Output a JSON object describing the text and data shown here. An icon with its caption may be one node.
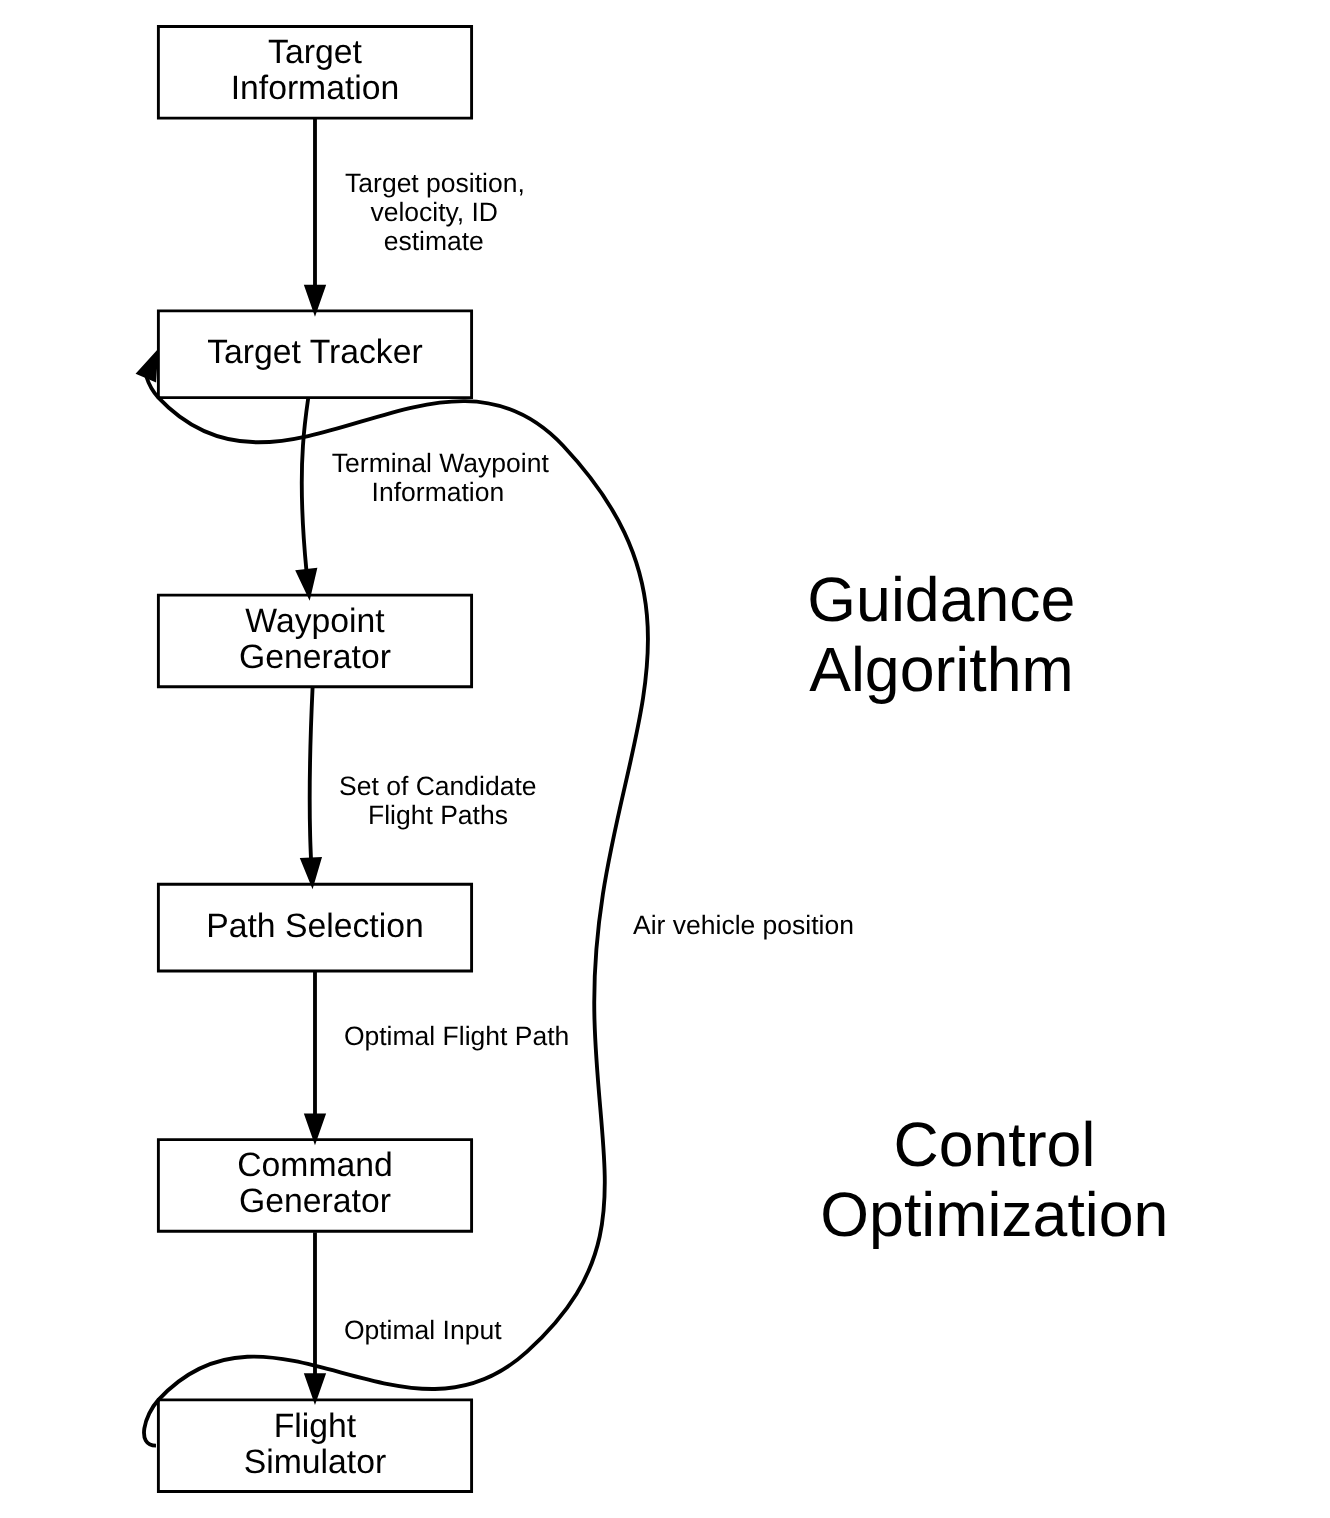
{
  "diagram": {
    "nodes": [
      {
        "text": [
          "Target Information"
        ]
      },
      {
        "text": [
          "Target Tracker"
        ]
      },
      {
        "text": [
          "Waypoint Generator"
        ]
      },
      {
        "text": [
          "Path Selection"
        ]
      },
      {
        "text": [
          "Command Generator"
        ]
      },
      {
        "text": [
          "Flight Simulator"
        ]
      }
    ],
    "edges": [
      {
        "from": 0,
        "to": 1,
        "arrow": "to",
        "label": "Target position, velocity, ID estimate"
      },
      {
        "from": 5,
        "to": 1,
        "arrow": "to",
        "label": "Air vehicle position"
      },
      {
        "from": 1,
        "to": 2,
        "arrow": "to",
        "label": "Terminal Waypoint Information"
      },
      {
        "from": 2,
        "to": 3,
        "arrow": "to",
        "label": "Set of Candidate Flight Paths"
      },
      {
        "from": 3,
        "to": 4,
        "arrow": "to",
        "label": "Optimal Flight Path"
      },
      {
        "from": 4,
        "to": 5,
        "arrow": "to",
        "label": "Optimal Input"
      }
    ],
    "labels": [
      "Guidance Algorithm",
      "Control Optimization"
    ]
  }
}
